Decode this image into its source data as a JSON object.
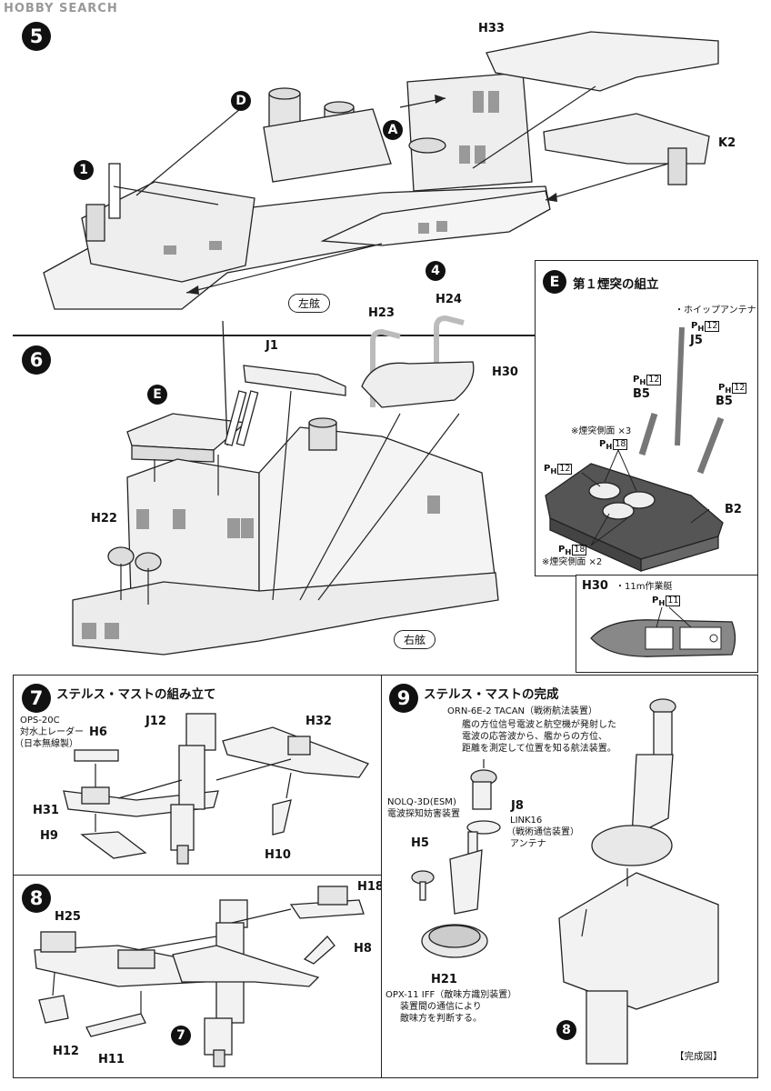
{
  "watermark": "HOBBY SEARCH",
  "step5": {
    "num": "5",
    "parts": {
      "h33": "H33",
      "k2": "K2"
    },
    "refs": {
      "d": "D",
      "a": "A",
      "one": "1",
      "four": "4"
    },
    "view": "左舷"
  },
  "step6": {
    "num": "6",
    "parts": {
      "j1": "J1",
      "h23": "H23",
      "h24": "H24",
      "h30": "H30",
      "h22": "H22"
    },
    "refs": {
      "e": "E"
    },
    "view": "右舷"
  },
  "subE": {
    "letter": "E",
    "title": "第１煙突の組立",
    "antenna_note": "・ホイップアンテナ",
    "parts": {
      "j5": "J5",
      "b5a": "B5",
      "b5b": "B5",
      "b2": "B2"
    },
    "ph": {
      "prefix": "P",
      "sub": "H",
      "j5": "12",
      "b5a": "12",
      "b5b": "12",
      "e18a": "18",
      "e12": "12",
      "e18b": "18"
    },
    "notes": {
      "side3": "※煙突側面 ×3",
      "side2": "※煙突側面 ×2"
    }
  },
  "subH30": {
    "part": "H30",
    "note": "・11m作業艇",
    "ph": {
      "prefix": "P",
      "sub": "H",
      "num": "11"
    }
  },
  "step7": {
    "num": "7",
    "title": "ステルス・マストの組み立て",
    "radar": [
      "OPS-20C",
      "対水上レーダー",
      "（日本無線製）"
    ],
    "parts": {
      "h6": "H6",
      "j12": "J12",
      "h32": "H32",
      "h31": "H31",
      "h9": "H9",
      "h10": "H10"
    }
  },
  "step8": {
    "num": "8",
    "parts": {
      "h18": "H18",
      "h25": "H25",
      "h8": "H8",
      "h12": "H12",
      "h11": "H11"
    },
    "refs": {
      "seven": "7"
    }
  },
  "step9": {
    "num": "9",
    "title": "ステルス・マストの完成",
    "tacan": [
      "ORN-6E-2 TACAN（戦術航法装置）",
      "艦の方位信号電波と航空機が発射した",
      "電波の応答波から、艦からの方位、",
      "距離を測定して位置を知る航法装置。"
    ],
    "esm": [
      "NOLQ-3D(ESM)",
      "電波探知妨害装置"
    ],
    "link16": [
      "LINK16",
      "（戦術通信装置）",
      "アンテナ"
    ],
    "iff": [
      "OPX-11 IFF（敵味方識別装置）",
      "装置間の通信により",
      "敵味方を判断する。"
    ],
    "parts": {
      "j8": "J8",
      "h5": "H5",
      "h21": "H21"
    },
    "refs": {
      "eight": "8"
    },
    "complete": "【完成図】"
  }
}
